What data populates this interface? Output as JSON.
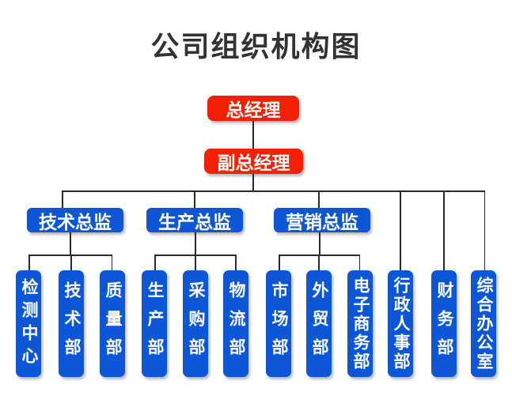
{
  "title": "公司组织机构图",
  "colors": {
    "red": "#f42005",
    "blue": "#0d57d7",
    "line": "#2b2b2b",
    "titlecolor": "#323232",
    "boxtext": "#ffffff"
  },
  "org": {
    "general_manager": "总经理",
    "deputy_general_manager": "副总经理",
    "directors": [
      {
        "label": "技术总监",
        "departments": [
          "检测中心",
          "技术部",
          "质量部"
        ]
      },
      {
        "label": "生产总监",
        "departments": [
          "生产部",
          "采购部",
          "物流部"
        ]
      },
      {
        "label": "营销总监",
        "departments": [
          "市场部",
          "外贸部",
          "电子商务部"
        ]
      }
    ],
    "direct_departments": [
      "行政人事部",
      "财务部",
      "综合办公室"
    ]
  }
}
